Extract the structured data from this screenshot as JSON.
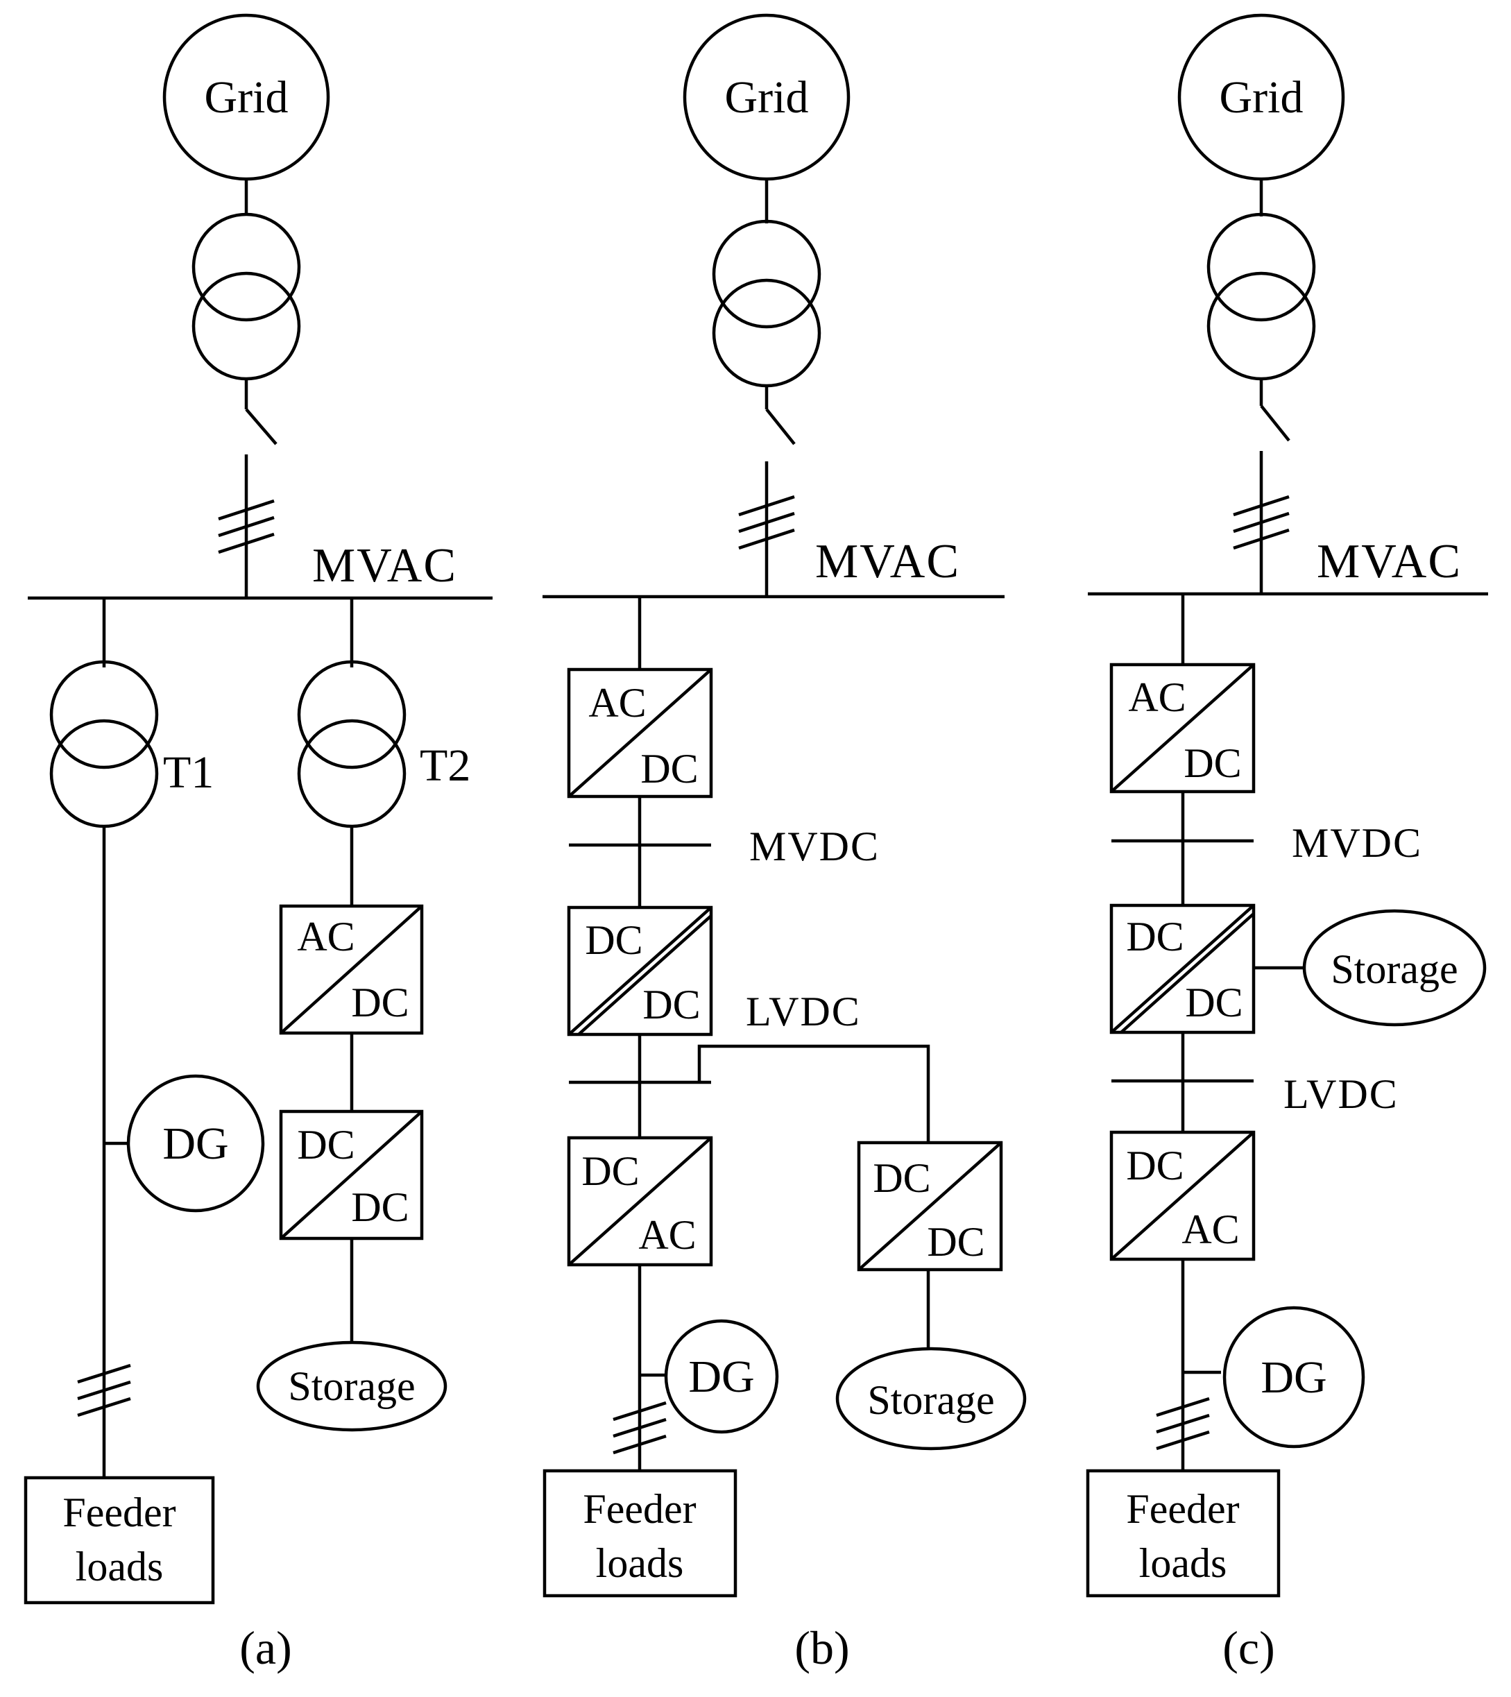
{
  "colors": {
    "stroke": "#000000",
    "background": "#ffffff"
  },
  "panel_a": {
    "caption": "(a)",
    "grid": "Grid",
    "bus": "MVAC",
    "t1": "T1",
    "t2": "T2",
    "conv1_top": "AC",
    "conv1_bottom": "DC",
    "conv2_top": "DC",
    "conv2_bottom": "DC",
    "dg": "DG",
    "storage": "Storage",
    "feeder_line1": "Feeder",
    "feeder_line2": "loads"
  },
  "panel_b": {
    "caption": "(b)",
    "grid": "Grid",
    "bus": "MVAC",
    "conv1_top": "AC",
    "conv1_bottom": "DC",
    "mvdc": "MVDC",
    "conv2_top": "DC",
    "conv2_bottom": "DC",
    "lvdc": "LVDC",
    "conv3_top": "DC",
    "conv3_bottom": "AC",
    "conv4_top": "DC",
    "conv4_bottom": "DC",
    "dg": "DG",
    "storage": "Storage",
    "feeder_line1": "Feeder",
    "feeder_line2": "loads"
  },
  "panel_c": {
    "caption": "(c)",
    "grid": "Grid",
    "bus": "MVAC",
    "conv1_top": "AC",
    "conv1_bottom": "DC",
    "mvdc": "MVDC",
    "conv2_top": "DC",
    "conv2_bottom": "DC",
    "storage": "Storage",
    "lvdc": "LVDC",
    "conv3_top": "DC",
    "conv3_bottom": "AC",
    "dg": "DG",
    "feeder_line1": "Feeder",
    "feeder_line2": "loads"
  }
}
